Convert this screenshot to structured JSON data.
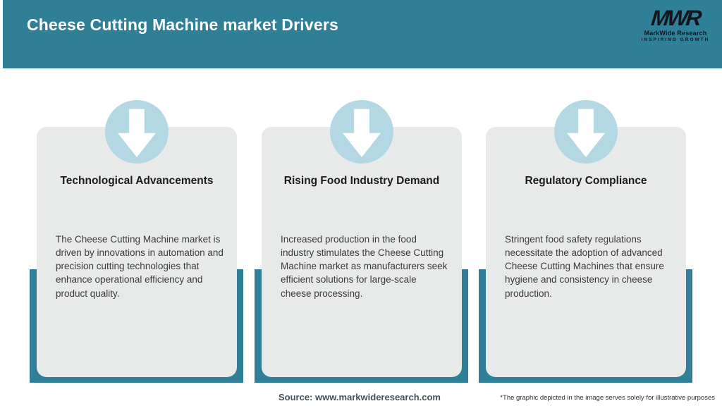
{
  "header": {
    "title": "Cheese Cutting Machine market Drivers",
    "logo": {
      "monogram": "MWR",
      "name": "MarkWide Research",
      "tagline": "INSPIRING GROWTH"
    }
  },
  "cards": [
    {
      "icon": "down-arrow-icon",
      "title": "Technological Advancements",
      "body": "The Cheese Cutting Machine market is driven by innovations in automation and precision cutting technologies that enhance operational efficiency and product quality."
    },
    {
      "icon": "down-arrow-icon",
      "title": "Rising Food Industry Demand",
      "body": "Increased production in the food industry stimulates the Cheese Cutting Machine market as manufacturers seek efficient solutions for large-scale cheese processing."
    },
    {
      "icon": "down-arrow-icon",
      "title": "Regulatory Compliance",
      "body": "Stringent food safety regulations necessitate the adoption of advanced Cheese Cutting Machines that ensure hygiene and consistency in cheese production."
    }
  ],
  "footer": {
    "source": "Source: www.markwideresearch.com",
    "disclaimer": "*The graphic depicted in the image serves solely for illustrative purposes"
  },
  "colors": {
    "header_teal": "#2f7f96",
    "card_background": "#e8eaea",
    "circle_blue": "#b3d8e4",
    "logo_dark": "#14141d",
    "title_white": "#ffffff"
  }
}
